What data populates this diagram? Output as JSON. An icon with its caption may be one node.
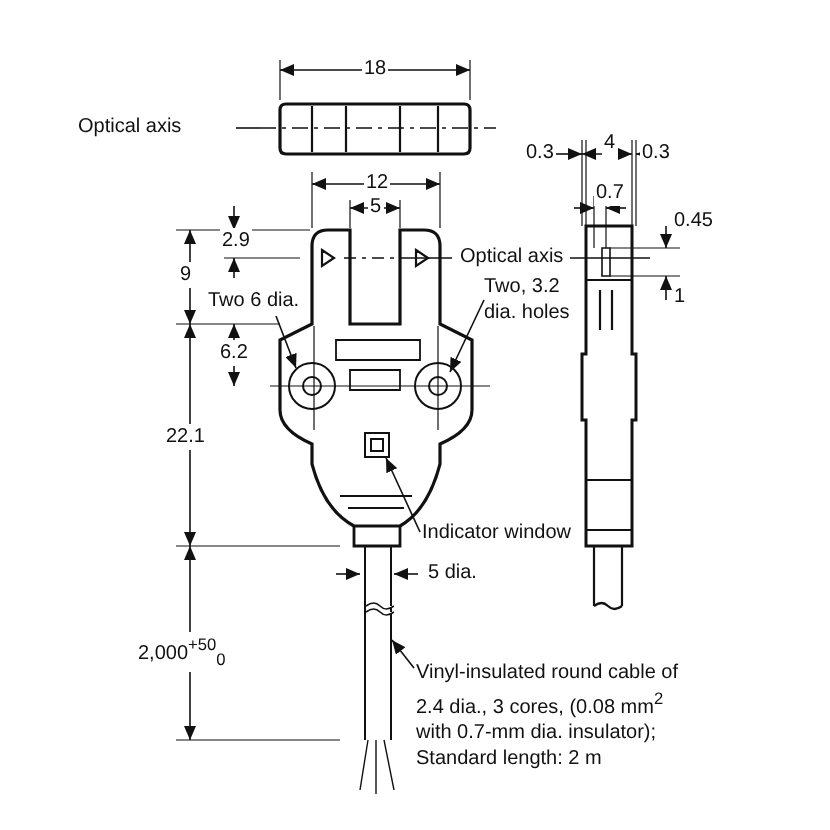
{
  "diagram": {
    "nodes": [
      {
        "text": [
          "Two 6 dia."
        ]
      },
      {
        "text": [],
        "shape": "circle"
      },
      {
        "text": [
          "Two, 3.2 dia. holes"
        ]
      },
      {
        "text": [],
        "shape": "circle"
      },
      {
        "text": [
          "Indicator window"
        ]
      },
      {
        "text": [],
        "shape": "box"
      },
      {
        "text": [
          "Vinyl-insulated round cable of 2.4 dia., 3 cores, (0.08 mm$^{2}$ with 0.7-mm dia. insulator); Standard length: 2 m"
        ]
      },
      {
        "text": [],
        "shape": "bar"
      }
    ],
    "edges": [
      {
        "from": 0,
        "to": 1,
        "arrow": "to"
      },
      {
        "from": 2,
        "to": 3,
        "arrow": "to"
      },
      {
        "from": 4,
        "to": 5,
        "arrow": "to"
      },
      {
        "from": 6,
        "to": 7,
        "arrow": "to"
      }
    ],
    "labels": [
      "18",
      "Optical axis",
      "0.3",
      "4",
      "0.3",
      "12",
      "5",
      "0.7",
      "0.45",
      "2.9",
      "Optical axis",
      "1",
      "9",
      "6.2",
      "22.1",
      "5 dia.",
      "2,000$^{+50}$$_{0}$"
    ]
  }
}
